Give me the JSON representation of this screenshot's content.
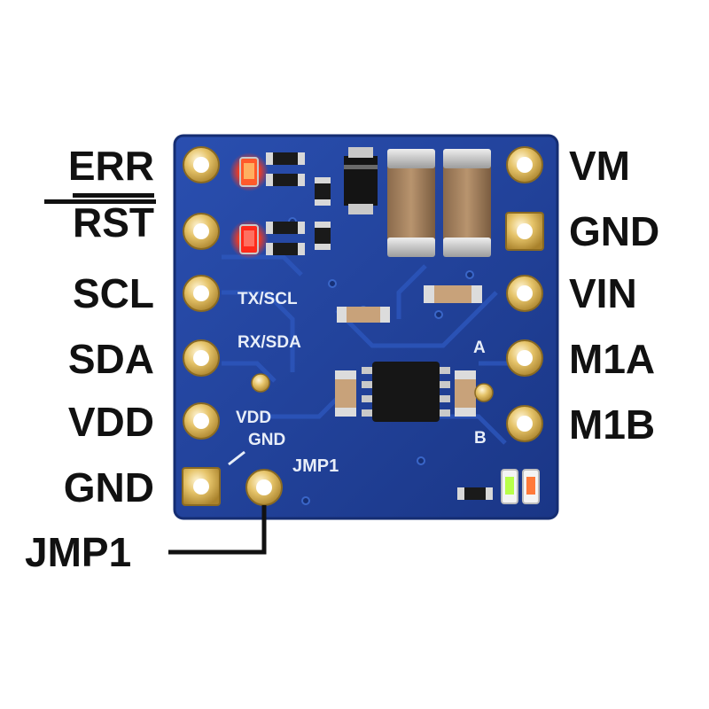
{
  "left_pins": [
    {
      "id": "err",
      "label": "ERR",
      "overline": true
    },
    {
      "id": "rst",
      "label": "RST",
      "overline": true
    },
    {
      "id": "scl",
      "label": "SCL",
      "overline": false
    },
    {
      "id": "sda",
      "label": "SDA",
      "overline": false
    },
    {
      "id": "vdd",
      "label": "VDD",
      "overline": false
    },
    {
      "id": "gnd",
      "label": "GND",
      "overline": false
    }
  ],
  "right_pins": [
    {
      "id": "vm",
      "label": "VM"
    },
    {
      "id": "gnd",
      "label": "GND"
    },
    {
      "id": "vin",
      "label": "VIN"
    },
    {
      "id": "m1a",
      "label": "M1A"
    },
    {
      "id": "m1b",
      "label": "M1B"
    }
  ],
  "callout": {
    "label": "JMP1"
  },
  "silkscreen": {
    "tx_scl": "TX/SCL",
    "rx_sda": "RX/SDA",
    "vdd": "VDD",
    "gnd": "GND",
    "jmp1": "JMP1",
    "a": "A",
    "b": "B"
  },
  "colors": {
    "board": "#1f3f9a",
    "board_edge": "#173380",
    "pad_gold": "#d9b24a",
    "led_red": "#ff2a1a",
    "led_orange": "#ff7a1a",
    "led_green": "#9cff3a",
    "label": "#111111"
  }
}
